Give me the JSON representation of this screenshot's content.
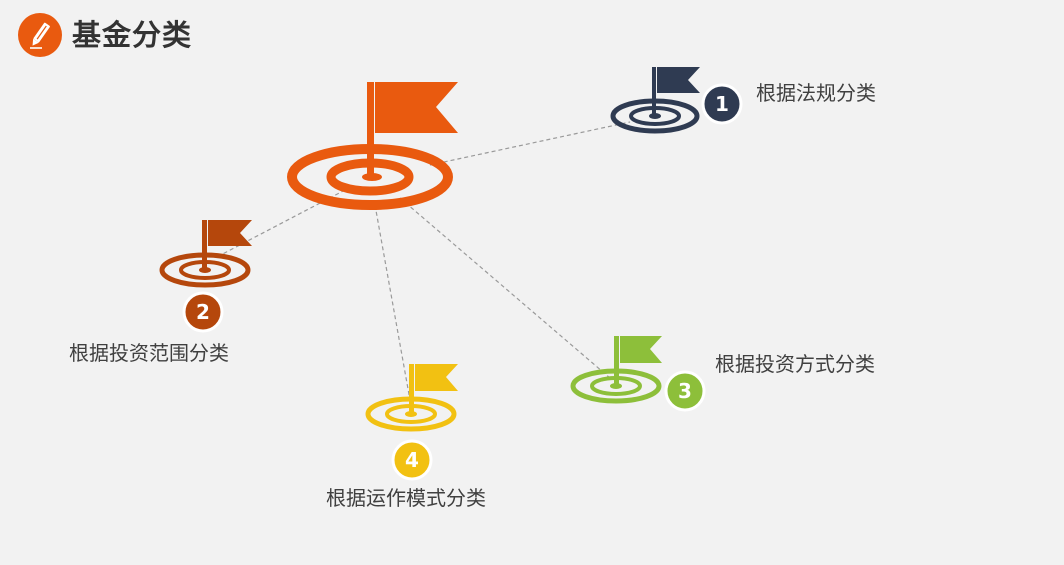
{
  "title": "基金分类",
  "colors": {
    "center": "#e95a0f",
    "regulation": "#2f3b52",
    "scope": "#b5470c",
    "method": "#8dbf3a",
    "operation": "#f2c112",
    "connector": "#9a9a9a"
  },
  "items": [
    {
      "number": "1",
      "label": "根据法规分类"
    },
    {
      "number": "2",
      "label": "根据投资范围分类"
    },
    {
      "number": "3",
      "label": "根据投资方式分类"
    },
    {
      "number": "4",
      "label": "根据运作模式分类"
    }
  ]
}
